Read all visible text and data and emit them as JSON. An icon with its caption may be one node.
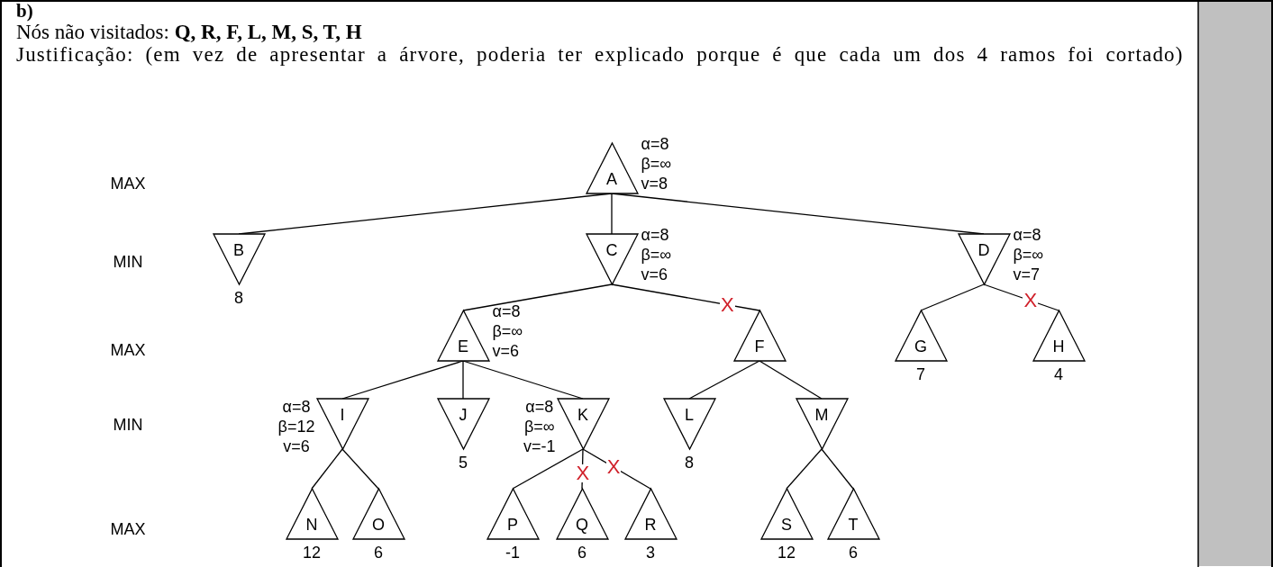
{
  "diagram": {
    "title": "b)",
    "nodes": [
      {
        "text": [
          "A"
        ],
        "beside": [
          "α=8",
          "β=∞",
          "v=8"
        ]
      },
      {
        "text": [
          "B"
        ],
        "beside": [
          "8"
        ]
      },
      {
        "text": [
          "C"
        ],
        "beside": [
          "α=8",
          "β=∞",
          "v=6"
        ]
      },
      {
        "text": [
          "D"
        ],
        "beside": [
          "α=8",
          "β=∞",
          "v=7"
        ]
      },
      {
        "text": [
          "E"
        ],
        "beside": [
          "α=8",
          "β=∞",
          "v=6"
        ]
      },
      {
        "text": [
          "F"
        ]
      },
      {
        "text": [
          "G"
        ],
        "beside": [
          "7"
        ]
      },
      {
        "text": [
          "H"
        ],
        "beside": [
          "4"
        ]
      },
      {
        "text": [
          "I"
        ],
        "beside": [
          "α=8",
          "β=12",
          "v=6"
        ]
      },
      {
        "text": [
          "J"
        ],
        "beside": [
          "5"
        ]
      },
      {
        "text": [
          "K"
        ],
        "beside": [
          "α=8",
          "β=∞",
          "v=-1"
        ]
      },
      {
        "text": [
          "L"
        ],
        "beside": [
          "8"
        ]
      },
      {
        "text": [
          "M"
        ]
      },
      {
        "text": [
          "N"
        ],
        "beside": [
          "12"
        ]
      },
      {
        "text": [
          "O"
        ],
        "beside": [
          "6"
        ]
      },
      {
        "text": [
          "P"
        ],
        "beside": [
          "-1"
        ]
      },
      {
        "text": [
          "Q"
        ],
        "beside": [
          "6"
        ]
      },
      {
        "text": [
          "R"
        ],
        "beside": [
          "3"
        ]
      },
      {
        "text": [
          "S"
        ],
        "beside": [
          "12"
        ]
      },
      {
        "text": [
          "T"
        ],
        "beside": [
          "6"
        ]
      }
    ],
    "edges": [
      {
        "from": 0,
        "to": 1,
        "arrow": "none"
      },
      {
        "from": 0,
        "to": 2,
        "arrow": "none"
      },
      {
        "from": 0,
        "to": 3,
        "arrow": "none"
      },
      {
        "from": 2,
        "to": 4,
        "arrow": "none"
      },
      {
        "from": 2,
        "to": 5,
        "arrow": "none",
        "label": "X"
      },
      {
        "from": 3,
        "to": 6,
        "arrow": "none"
      },
      {
        "from": 3,
        "to": 7,
        "arrow": "none",
        "label": "X"
      },
      {
        "from": 4,
        "to": 8,
        "arrow": "none"
      },
      {
        "from": 4,
        "to": 9,
        "arrow": "none"
      },
      {
        "from": 4,
        "to": 10,
        "arrow": "none"
      },
      {
        "from": 5,
        "to": 11,
        "arrow": "none"
      },
      {
        "from": 5,
        "to": 12,
        "arrow": "none"
      },
      {
        "from": 8,
        "to": 13,
        "arrow": "none"
      },
      {
        "from": 8,
        "to": 14,
        "arrow": "none"
      },
      {
        "from": 10,
        "to": 15,
        "arrow": "none"
      },
      {
        "from": 10,
        "to": 16,
        "arrow": "none",
        "label": "X"
      },
      {
        "from": 10,
        "to": 17,
        "arrow": "none",
        "label": "X"
      },
      {
        "from": 12,
        "to": 18,
        "arrow": "none"
      },
      {
        "from": 12,
        "to": 19,
        "arrow": "none"
      }
    ],
    "labels": [
      "Nós não visitados:  **Q, R, F, L, M, S, T, H**",
      "Justificação: (em vez de apresentar a árvore, poderia ter explicado porque é que cada um dos 4 ramos foi cortado)",
      "MAX",
      "MIN",
      "MAX",
      "MIN",
      "MAX"
    ]
  }
}
